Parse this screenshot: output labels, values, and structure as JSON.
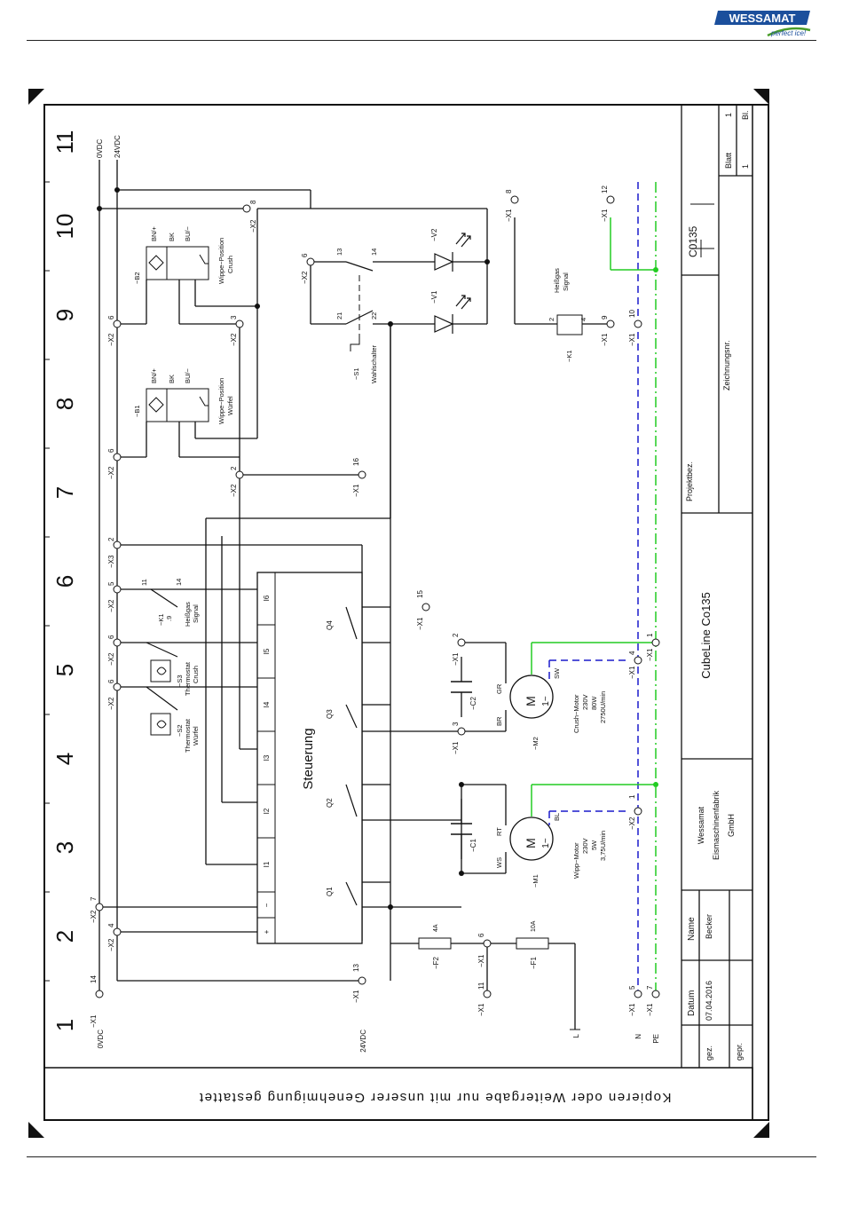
{
  "brand": {
    "name": "WESSAMAT",
    "tagline": "perfect ice!"
  },
  "grid_columns": [
    "1",
    "2",
    "3",
    "4",
    "5",
    "6",
    "7",
    "8",
    "9",
    "10",
    "11"
  ],
  "supply_labels": [
    "0VDC",
    "24VDC",
    "0VDC",
    "24VDC"
  ],
  "mains_labels": [
    "L",
    "N",
    "PE"
  ],
  "terminals": {
    "x2_4": "4",
    "x2_7": "7",
    "x2_6a": "6",
    "x2_6b": "6",
    "x2_5": "5",
    "x3_2": "2",
    "x2_6c": "6",
    "x2_2": "2",
    "x2_6d": "6",
    "x2_3": "3",
    "x2_6e": "6",
    "x2_8": "8",
    "x1_14": "14",
    "x1_13": "13",
    "x1_11": "11",
    "x1_6": "6",
    "x1_5": "5",
    "x1_7": "7",
    "x1_3": "3",
    "x1_2": "2",
    "x1_4": "4",
    "x1_1a": "1",
    "x1_1b": "1",
    "x1_15": "15",
    "x1_16": "16",
    "x1_9": "9",
    "x1_10": "10",
    "x1_12": "12",
    "x1_8": "8",
    "x2_1": "1",
    "x2_4b": "4"
  },
  "terminal_names": {
    "x1": "−X1",
    "x2": "−X2",
    "x3": "−X3"
  },
  "controller": {
    "label": "Steuerung",
    "pins": [
      "+",
      "−",
      "I1",
      "I2",
      "I3",
      "I4",
      "I5",
      "I6"
    ],
    "outputs": [
      "Q1",
      "Q2",
      "Q3",
      "Q4"
    ]
  },
  "fuses": [
    {
      "ref": "−F2",
      "rating": "4A"
    },
    {
      "ref": "−F1",
      "rating": "10A"
    }
  ],
  "motors": [
    {
      "ref": "−M1",
      "symbol": "M",
      "phase": "1~",
      "name": "Wipp−Motor",
      "voltage": "230V",
      "power": "5W",
      "speed": "3,75U/min",
      "wires": [
        "WS",
        "RT",
        "BL"
      ]
    },
    {
      "ref": "−M2",
      "symbol": "M",
      "phase": "1~",
      "name": "Crush−Motor",
      "voltage": "230V",
      "power": "80W",
      "speed": "2750U/min",
      "wires": [
        "BR",
        "GR",
        "SW"
      ]
    }
  ],
  "capacitors": [
    "−C1",
    "−C2"
  ],
  "thermostats": [
    {
      "ref": "−S2",
      "name": "Thermostat",
      "sub": "Würfel"
    },
    {
      "ref": "−S3",
      "name": "Thermostat",
      "sub": "Crush"
    }
  ],
  "relay_contact": {
    "ref": "−K1",
    "pin": ".9",
    "pins": [
      "11",
      "14"
    ],
    "name": "Heißgas",
    "sub": "Signal"
  },
  "relay_coil": {
    "ref": "−K1",
    "pins": [
      "2",
      "4"
    ],
    "name": "Heißgas",
    "sub": "Signal"
  },
  "sensors": [
    {
      "ref": "−B1",
      "name": "Wippe−Position",
      "sub": "Würfel",
      "wires": [
        "BN/+",
        "BK",
        "BU/−"
      ]
    },
    {
      "ref": "−B2",
      "name": "Wippe−Position",
      "sub": "Crush",
      "wires": [
        "BN/+",
        "BK",
        "BU/−"
      ]
    }
  ],
  "selector": {
    "ref": "−S1",
    "name": "Wahlschalter",
    "pins": [
      "21",
      "22",
      "13",
      "14"
    ]
  },
  "leds": [
    "−V1",
    "−V2"
  ],
  "title_block": {
    "gez": "gez.",
    "gepr": "gepr.",
    "datum_label": "Datum",
    "datum": "07.04.2016",
    "name_label": "Name",
    "name": "Becker",
    "company": [
      "Wessamat",
      "Eismaschinenfabrik",
      "GmbH"
    ],
    "project": "CubeLine  Co135",
    "projektbez": "Projektbez.",
    "zeichnungsnr": "Zeichnungsnr.",
    "code": "C0135",
    "blatt_label": "Blatt",
    "blatt": "1",
    "bl_label": "Bl.",
    "bl": "1"
  },
  "copyright": "Kopieren oder Weitergabe nur mit unserer Genehmigung gestattet",
  "colors": {
    "pe": "#22cc22",
    "n": "#1a1acc",
    "line": "#111111"
  }
}
